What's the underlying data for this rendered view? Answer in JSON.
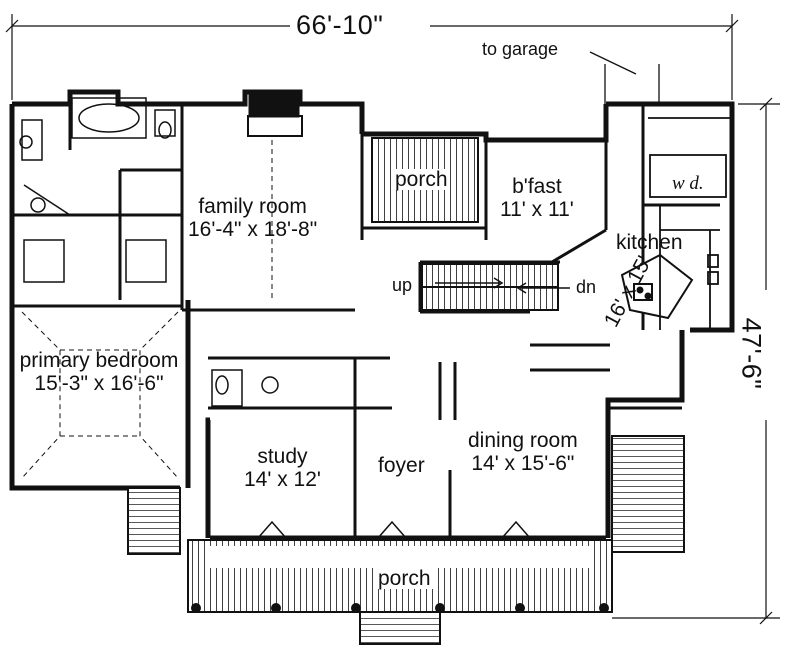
{
  "overall": {
    "width": "66'-10\"",
    "depth": "47'-6\""
  },
  "annotations": {
    "to_garage": "to garage",
    "up": "up",
    "dn": "dn",
    "washer_dryer": "w d."
  },
  "rooms": {
    "family_room": {
      "name": "family room",
      "dims": "16'-4\" x 18'-8\""
    },
    "rear_porch": {
      "name": "porch"
    },
    "breakfast": {
      "name": "b'fast",
      "dims": "11' x 11'"
    },
    "kitchen": {
      "name": "kitchen",
      "dims": "16' x 15'"
    },
    "primary_bedroom": {
      "name": "primary bedroom",
      "dims": "15'-3\" x 16'-6\""
    },
    "study": {
      "name": "study",
      "dims": "14' x 12'"
    },
    "foyer": {
      "name": "foyer"
    },
    "dining_room": {
      "name": "dining room",
      "dims": "14' x 15'-6\""
    },
    "front_porch": {
      "name": "porch"
    }
  },
  "colors": {
    "ink": "#111111",
    "paper": "#ffffff"
  }
}
